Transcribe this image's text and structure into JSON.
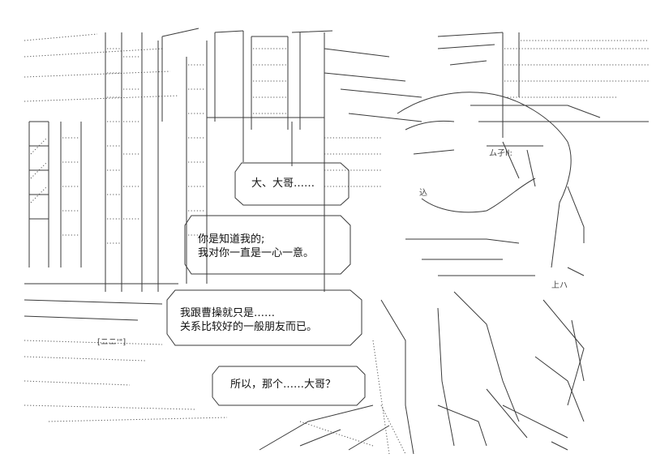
{
  "dialogue": [
    {
      "speaker": "",
      "lines": [
        "大、大哥……"
      ]
    },
    {
      "speaker": "",
      "lines": [
        "你是知道我的;",
        "我对你一直是一心一意。"
      ]
    },
    {
      "speaker": "",
      "lines": [
        "我跟曹操就只是……",
        "关系比较好的一般朋友而已。"
      ]
    },
    {
      "speaker": "",
      "lines": [
        "所以，那个……大哥？"
      ]
    }
  ],
  "art_text": {
    "sign_left": "[ニニ'\"]",
    "mark_a": "ム孑ll:",
    "mark_b": "込",
    "mark_c": "上ハ"
  },
  "colors": {
    "ink": "#3a3a3a",
    "paper": "#ffffff",
    "text": "#111111"
  }
}
